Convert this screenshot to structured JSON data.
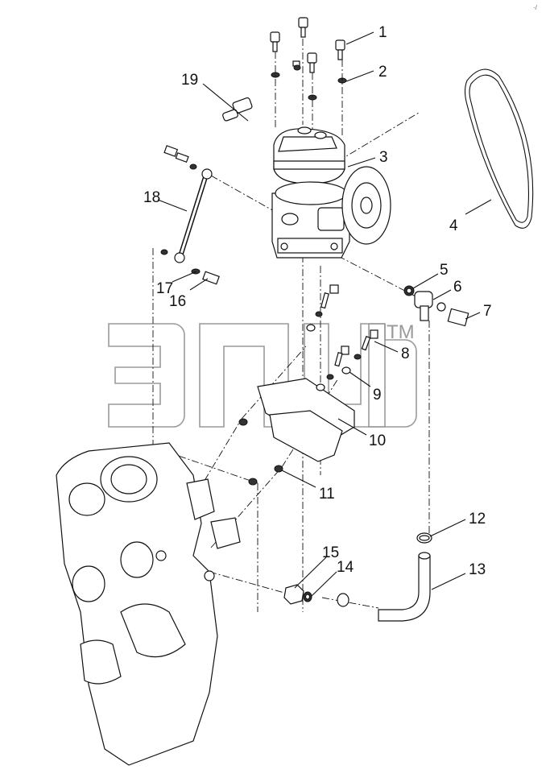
{
  "watermark": {
    "mark": "TM"
  },
  "callouts": [
    {
      "id": "1",
      "text": "1"
    },
    {
      "id": "2",
      "text": "2"
    },
    {
      "id": "3",
      "text": "3"
    },
    {
      "id": "4",
      "text": "4"
    },
    {
      "id": "5",
      "text": "5"
    },
    {
      "id": "6",
      "text": "6"
    },
    {
      "id": "7",
      "text": "7"
    },
    {
      "id": "8",
      "text": "8"
    },
    {
      "id": "9",
      "text": "9"
    },
    {
      "id": "10",
      "text": "10"
    },
    {
      "id": "11",
      "text": "11"
    },
    {
      "id": "12",
      "text": "12"
    },
    {
      "id": "13",
      "text": "13"
    },
    {
      "id": "14",
      "text": "14"
    },
    {
      "id": "15",
      "text": "15"
    },
    {
      "id": "16",
      "text": "16"
    },
    {
      "id": "17",
      "text": "17"
    },
    {
      "id": "18",
      "text": "18"
    },
    {
      "id": "19",
      "text": "19"
    }
  ]
}
